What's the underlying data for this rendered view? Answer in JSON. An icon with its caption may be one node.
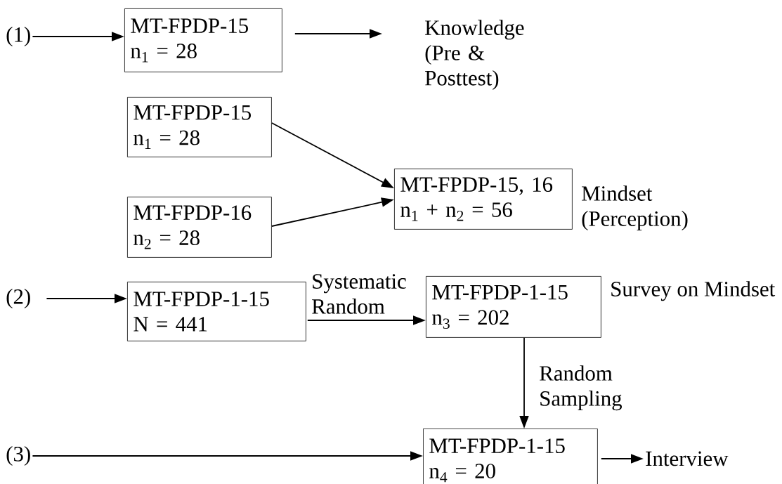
{
  "diagram": {
    "nodes": [
      {
        "text": [
          "(1)"
        ]
      },
      {
        "text": [
          "MT-FPDP-15",
          "n$_{1}$ = 28"
        ]
      },
      {
        "text": [
          "Knowledge (Pre & Posttest)"
        ]
      },
      {
        "text": [
          "MT-FPDP-15",
          "n$_{1}$ = 28"
        ]
      },
      {
        "text": [
          "MT-FPDP-16",
          "n$_{2}$ = 28"
        ]
      },
      {
        "text": [
          "MT-FPDP-15, 16",
          "n$_{1}$ + n$_{2}$ = 56"
        ],
        "beside": [
          "Mindset (Perception)"
        ]
      },
      {
        "text": [
          "(2)"
        ]
      },
      {
        "text": [
          "MT-FPDP-1-15",
          "N = 441"
        ]
      },
      {
        "text": [
          "MT-FPDP-1-15",
          "n$_{3}$ = 202"
        ],
        "beside": [
          "Survey on Mindset"
        ]
      },
      {
        "text": [
          "(3)"
        ]
      },
      {
        "text": [
          "MT-FPDP-1-15",
          "n$_{4}$ = 20"
        ]
      },
      {
        "text": [
          "Interview"
        ]
      }
    ],
    "edges": [
      {
        "from": 0,
        "to": 1,
        "arrow": "to"
      },
      {
        "from": 1,
        "to": 2,
        "arrow": "to"
      },
      {
        "from": 3,
        "to": 5,
        "arrow": "to"
      },
      {
        "from": 4,
        "to": 5,
        "arrow": "to"
      },
      {
        "from": 6,
        "to": 7,
        "arrow": "to"
      },
      {
        "from": 7,
        "to": 8,
        "arrow": "to",
        "label": "Systematic Random"
      },
      {
        "from": 8,
        "to": 10,
        "arrow": "to",
        "label": "Random Sampling"
      },
      {
        "from": 9,
        "to": 10,
        "arrow": "to"
      },
      {
        "from": 10,
        "to": 11,
        "arrow": "to"
      }
    ]
  }
}
